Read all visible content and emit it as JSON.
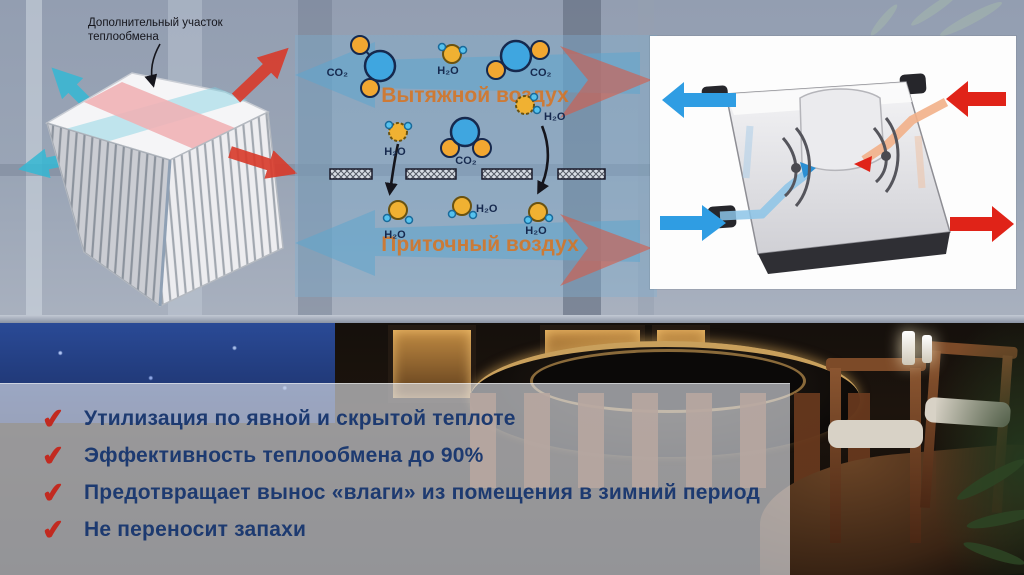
{
  "annotation": {
    "exchanger_label": "Дополнительный участок теплообмена"
  },
  "diagram": {
    "exhaust_label": "Вытяжной воздух",
    "supply_label": "Приточный воздух",
    "co2": "CO₂",
    "h2o": "H₂O"
  },
  "features": {
    "check_glyph": "✔",
    "items": [
      "Утилизация по явной и скрытой теплоте",
      "Эффективность теплообмена до 90%",
      "Предотвращает вынос «влаги» из помещения в зимний период",
      "Не переносит запахи"
    ]
  },
  "colors": {
    "check": "#c22a20",
    "bullet_text": "#1d3a70",
    "stream_label": "#d9731f",
    "cold_flow": "#2f9de3",
    "hot_flow": "#e02318",
    "co2_carbon": "#3fa6e0",
    "co2_oxygen": "#f2a731",
    "h2o_molecule": "#f0b132",
    "h2o_hydrogen": "#55c2ee"
  }
}
